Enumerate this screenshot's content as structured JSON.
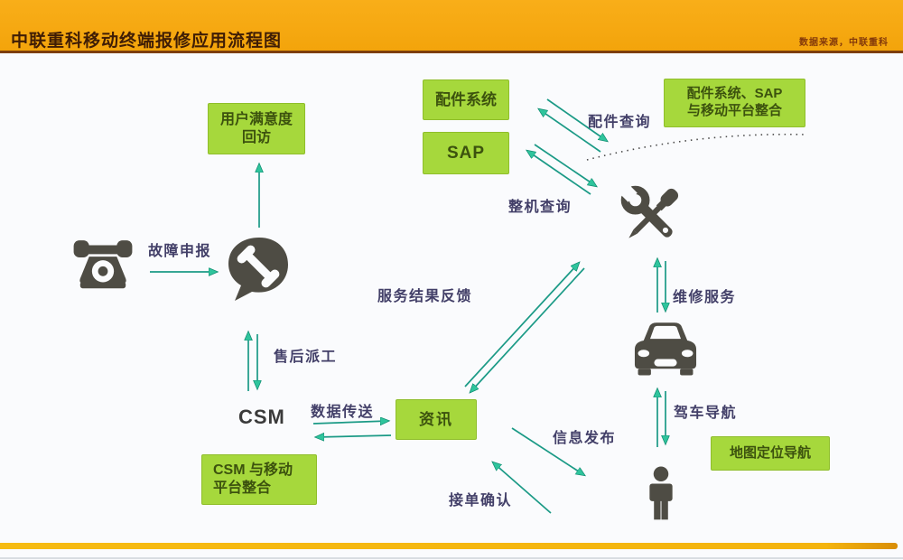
{
  "header": {
    "title": "中联重科移动终端报修应用流程图",
    "source": "数据来源，中联重科"
  },
  "boxes": {
    "satisfaction": {
      "line1": "用户满意度",
      "line2": "回访"
    },
    "parts_system": {
      "label": "配件系统"
    },
    "sap": {
      "label": "SAP"
    },
    "parts_sap_mobile": {
      "line1": "配件系统、SAP",
      "line2": "与移动平台整合"
    },
    "info": {
      "label": "资讯"
    },
    "csm_mobile": {
      "line1": "CSM 与移动",
      "line2": "平台整合"
    },
    "map_nav": {
      "label": "地图定位导航"
    }
  },
  "labels": {
    "fault_report": "故障申报",
    "parts_query": "配件查询",
    "machine_query": "整机查询",
    "service_feedback": "服务结果反馈",
    "repair_service": "维修服务",
    "after_sales_dispatch": "售后派工",
    "data_transfer": "数据传送",
    "info_publish": "信息发布",
    "order_confirm": "接单确认",
    "drive_nav": "驾车导航",
    "csm": "CSM"
  },
  "icons": [
    "telephone-icon",
    "phone-speech-bubble-icon",
    "wrench-screwdriver-icon",
    "car-icon",
    "person-icon"
  ],
  "colors": {
    "header_bg": "#f5a90f",
    "header_text": "#3f1d05",
    "source_text": "#83390a",
    "box_green": "#a6d83c",
    "box_text": "#3c520e",
    "arrow_line": "#1b9a86",
    "arrowhead": "#2fc49c",
    "label_text": "#423f68",
    "icon_gray": "#4e4c44",
    "stripe_yellow": "#f4b40d"
  }
}
